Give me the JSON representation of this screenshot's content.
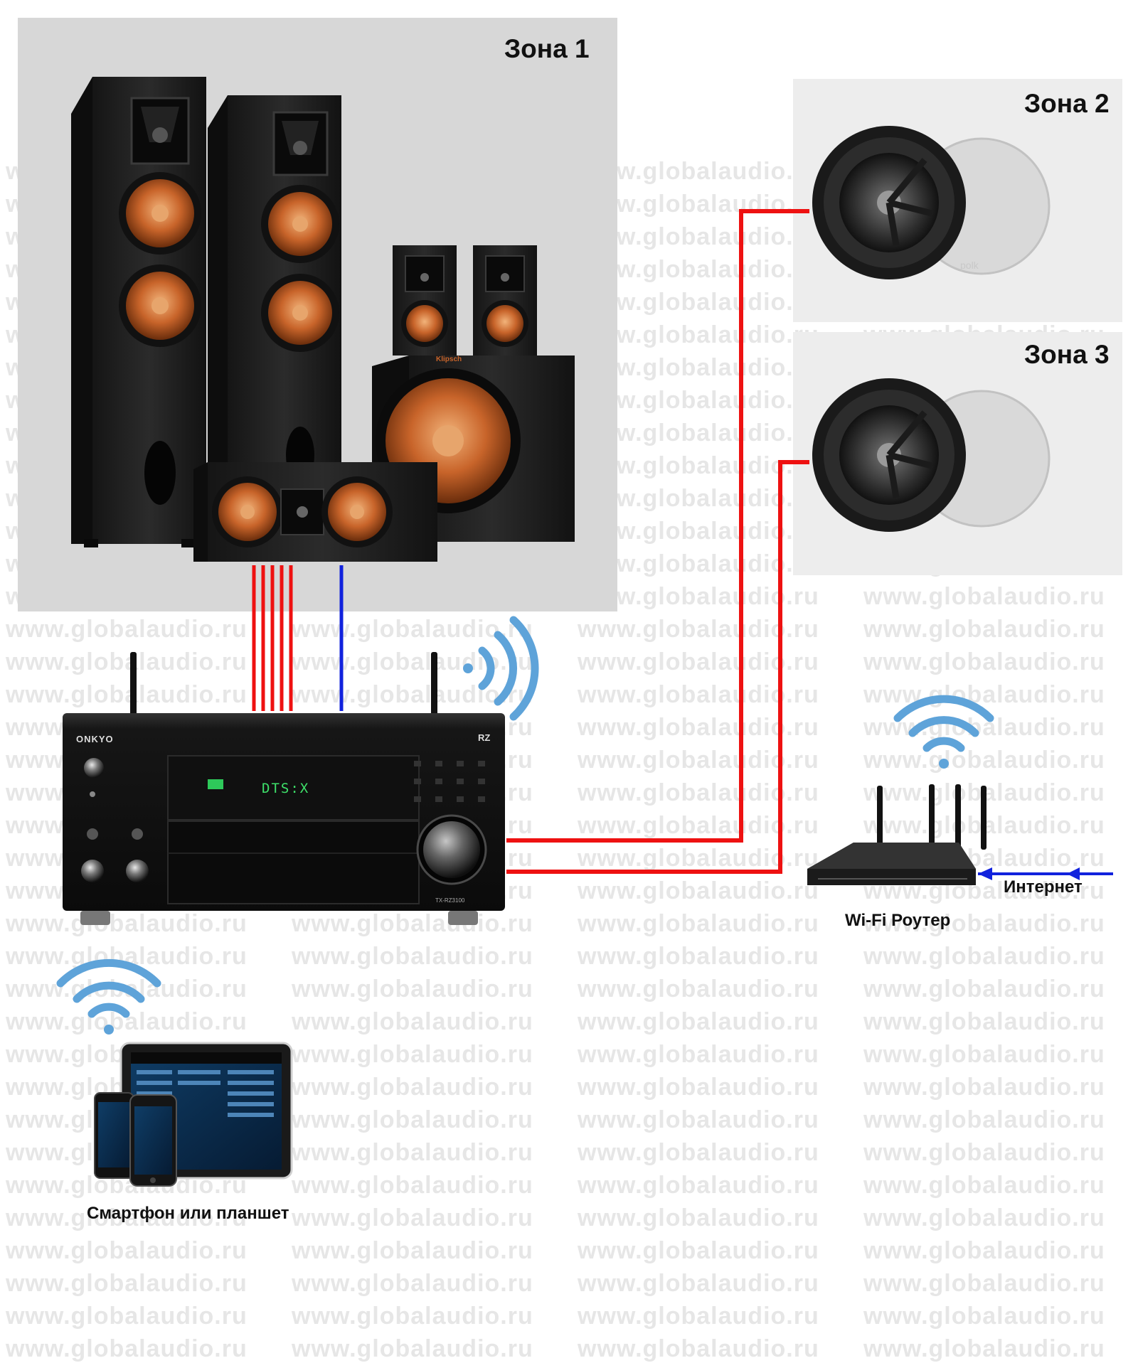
{
  "watermark": {
    "text": "www.globalaudio.ru"
  },
  "zones": {
    "zone1": "Зона 1",
    "zone2": "Зона 2",
    "zone3": "Зона 3"
  },
  "receiver": {
    "brand": "ONKYO",
    "display": "DTS:X",
    "badge": "RZ",
    "model": "TX-RZ3100"
  },
  "speaker_brand": "Klipsch",
  "ceiling_brand": "polk",
  "labels": {
    "internet": "Интернет",
    "router": "Wi-Fi Роутер",
    "device": "Смартфон или планшет"
  },
  "colors": {
    "speaker_wire": "#ee1111",
    "sub_wire": "#1122dd",
    "internet_arrow": "#1122dd",
    "wifi": "#5ea3d9",
    "zone1_bg": "#d7d7d7",
    "zone_bg": "#ededed",
    "woofer": "#c8642a"
  },
  "icons": [
    "wifi-icon",
    "speaker-icon",
    "subwoofer-icon",
    "ceiling-speaker-icon",
    "receiver-icon",
    "router-icon",
    "tablet-icon",
    "smartphone-icon"
  ]
}
